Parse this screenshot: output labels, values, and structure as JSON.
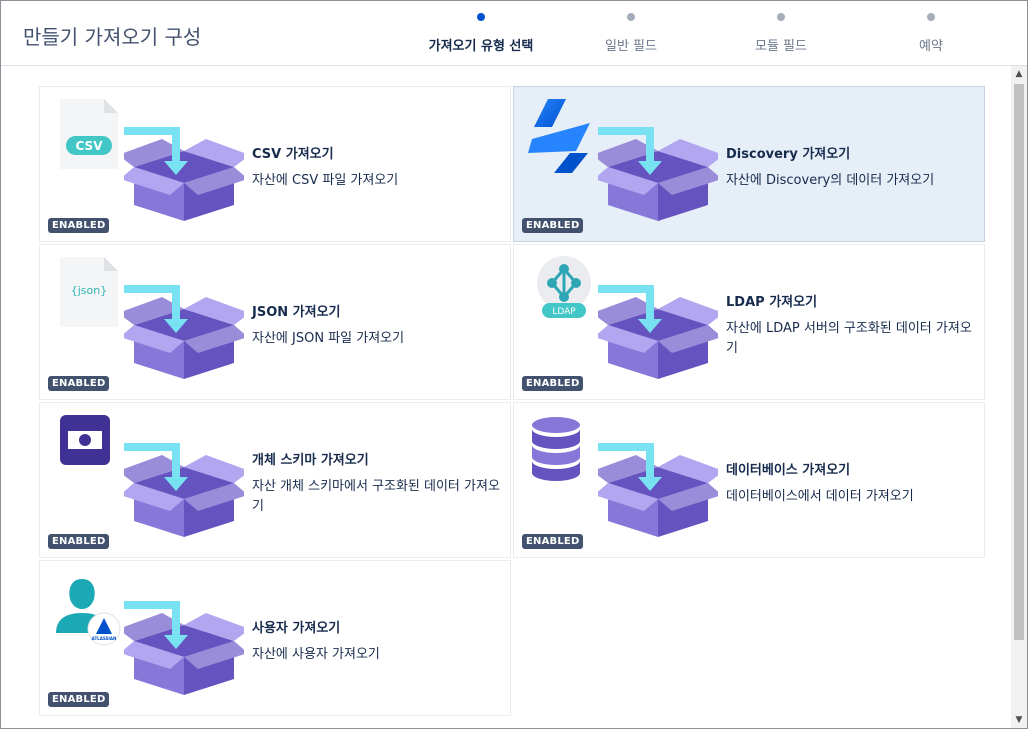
{
  "dialog": {
    "title": "만들기 가져오기 구성"
  },
  "steps": [
    {
      "label": "가져오기 유형 선택",
      "active": true
    },
    {
      "label": "일반 필드",
      "active": false
    },
    {
      "label": "모듈 필드",
      "active": false
    },
    {
      "label": "예약",
      "active": false
    }
  ],
  "cards": [
    {
      "title": "CSV 가져오기",
      "description": "자산에 CSV 파일 가져오기",
      "badge": "ENABLED",
      "logo_text": "CSV"
    },
    {
      "title": "Discovery 가져오기",
      "description": "자산에 Discovery의 데이터 가져오기",
      "badge": "ENABLED",
      "selected": true
    },
    {
      "title": "JSON 가져오기",
      "description": "자산에 JSON 파일 가져오기",
      "badge": "ENABLED",
      "logo_text": "{json}"
    },
    {
      "title": "LDAP 가져오기",
      "description": "자산에 LDAP 서버의 구조화된 데이터 가져오기",
      "badge": "ENABLED",
      "logo_text": "LDAP"
    },
    {
      "title": "개체 스키마 가져오기",
      "description": "자산 개체 스키마에서 구조화된 데이터 가져오기",
      "badge": "ENABLED"
    },
    {
      "title": "데이터베이스 가져오기",
      "description": "데이터베이스에서 데이터 가져오기",
      "badge": "ENABLED"
    },
    {
      "title": "사용자 가져오기",
      "description": "자산에 사용자 가져오기",
      "badge": "ENABLED",
      "logo_text": "ATLASSIAN"
    }
  ],
  "colors": {
    "accent": "#0052cc",
    "badge_bg": "#42526e",
    "selected_bg": "#e6eef8",
    "arrow": "#79e2f2",
    "box_purple": "#8777d9"
  },
  "icons": [
    "csv-file-icon",
    "discovery-icon",
    "json-file-icon",
    "ldap-icon",
    "object-schema-icon",
    "database-icon",
    "user-icon",
    "import-box-icon"
  ]
}
